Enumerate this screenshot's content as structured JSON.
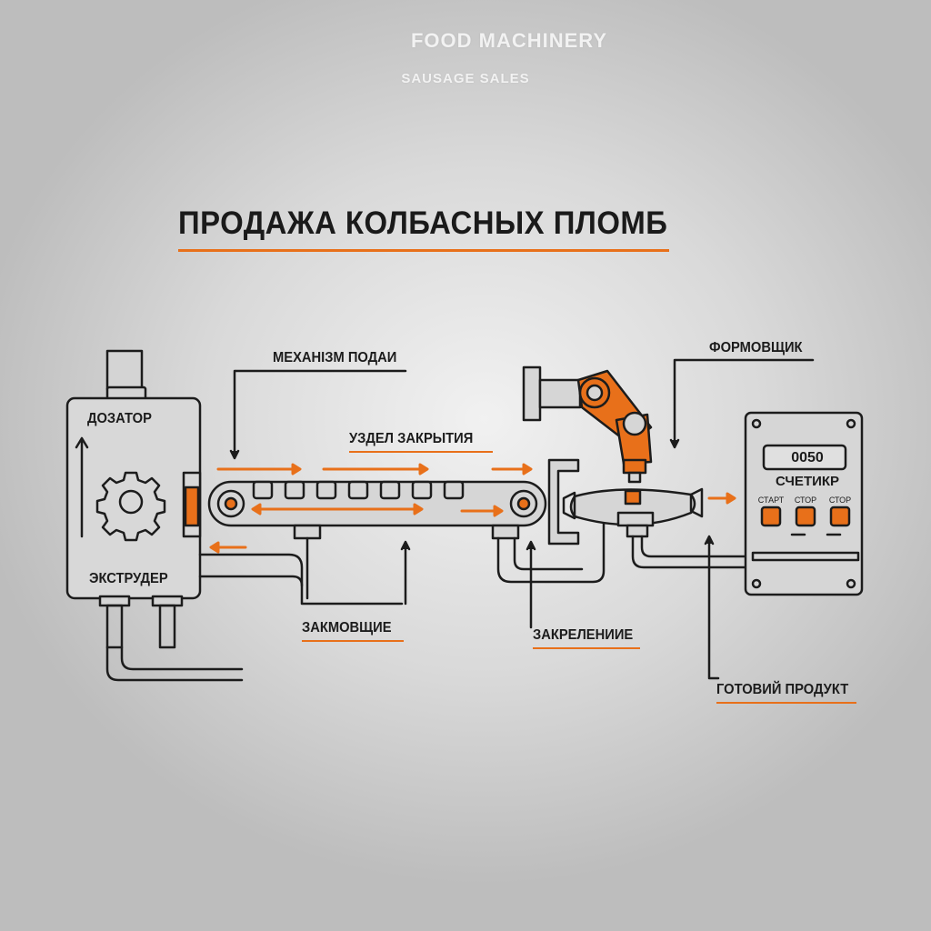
{
  "header": {
    "brand": "FOOD MACHINERY",
    "subbrand": "SAUSAGE SALES",
    "title": "ПРОДАЖА КОЛБАСНЫХ ПЛОМБ"
  },
  "labels": {
    "dispenser": "ДОЗАТОР",
    "extruder": "ЭКСТРУДЕР",
    "feed_mechanism": "МЕХАНІЗМ ПОДАИ",
    "closing_unit": "УЗДЕЛ ЗАКРЫТИЯ",
    "clippers": "ЗАКМОВЩИЕ",
    "fixing": "ЗАКРЕЛЕНИИЕ",
    "former": "ФОРМОВЩИК",
    "finished_product": "ГОТОВИЙ ПРОДУКТ"
  },
  "counter": {
    "display_value": "0050",
    "caption": "СЧЕТИКР",
    "buttons": [
      "СТАРТ",
      "СТОР",
      "СТОР"
    ]
  },
  "colors": {
    "accent": "#e8701a",
    "line": "#1c1c1c",
    "background": "#d6d6d6"
  }
}
